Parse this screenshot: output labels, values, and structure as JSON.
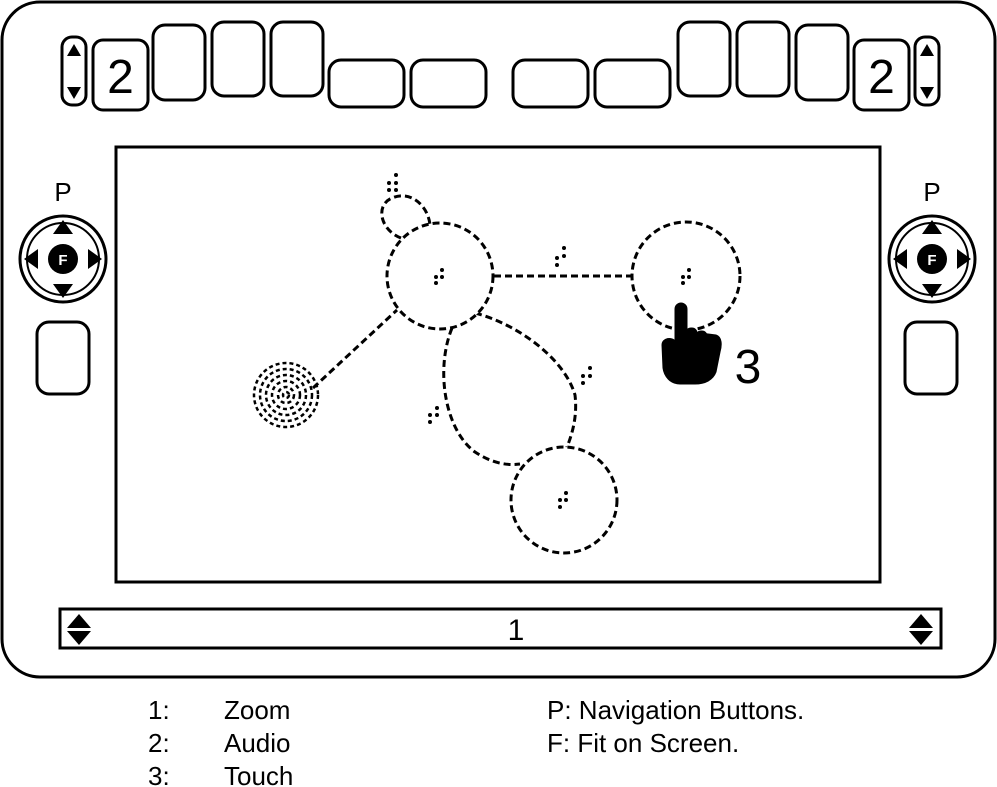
{
  "callouts": {
    "audio_left": "2",
    "audio_right": "2",
    "zoom": "1",
    "touch": "3"
  },
  "nav_pad": {
    "left_label": "P",
    "right_label": "P",
    "fit_key": "F"
  },
  "legend": {
    "left": [
      {
        "key": "1:",
        "text": "Zoom"
      },
      {
        "key": "2:",
        "text": "Audio"
      },
      {
        "key": "3:",
        "text": "Touch"
      }
    ],
    "right": [
      {
        "text": "P: Navigation Buttons."
      },
      {
        "text": "F: Fit on Screen."
      }
    ]
  },
  "icons": {
    "scroll_up": "triangle-up",
    "scroll_down": "triangle-down",
    "touch": "pointing-hand",
    "audio_source": "concentric-circles"
  },
  "colors": {
    "line": "#000000",
    "background": "#ffffff"
  }
}
